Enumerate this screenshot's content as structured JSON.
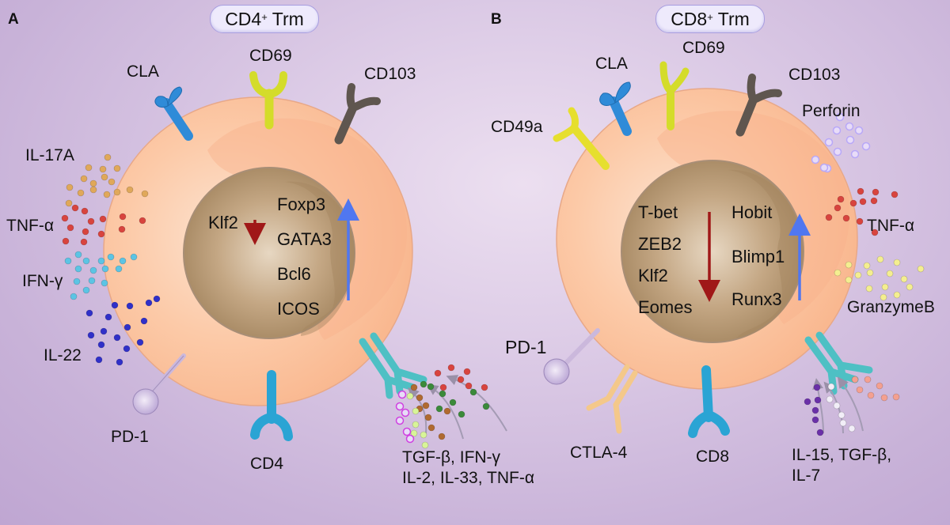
{
  "panels": [
    {
      "letter": "A",
      "title": {
        "base": "CD4",
        "sup": "+",
        "rest": " Trm"
      },
      "surface_markers": {
        "cla": "CLA",
        "cd69": "CD69",
        "cd103": "CD103",
        "pd1": "PD-1",
        "cd4": "CD4"
      },
      "secreted_cytokines": [
        "IL-17A",
        "TNF-α",
        "IFN-γ",
        "IL-22"
      ],
      "nucleus": {
        "downregulated": [
          "Klf2"
        ],
        "upregulated": [
          "Foxp3",
          "GATA3",
          "Bcl6",
          "ICOS"
        ]
      },
      "receptor_input": {
        "line1": "TGF-β, IFN-γ",
        "line2": "IL-2, IL-33, TNF-α"
      }
    },
    {
      "letter": "B",
      "title": {
        "base": "CD8",
        "sup": "+",
        "rest": " Trm"
      },
      "surface_markers": {
        "cd49a": "CD49a",
        "cla": "CLA",
        "cd69": "CD69",
        "cd103": "CD103",
        "pd1": "PD-1",
        "ctla4": "CTLA-4",
        "cd8": "CD8"
      },
      "secreted_cytokines": [
        "Perforin",
        "TNF-α",
        "GranzymeB"
      ],
      "nucleus": {
        "downregulated": [
          "T-bet",
          "ZEB2",
          "Klf2",
          "Eomes"
        ],
        "upregulated": [
          "Hobit",
          "Blimp1",
          "Runx3"
        ]
      },
      "receptor_input": {
        "line1": "IL-15, TGF-β,",
        "line2": "IL-7"
      }
    }
  ],
  "colors": {
    "background": "#c9b4d9",
    "cytoplasm": "#fcc4a0",
    "nucleus": "#b69a76",
    "down_arrow": "#a01818",
    "up_arrow": "#5077f0",
    "cla": "#2f8bd8",
    "cd69": "#d4dc2a",
    "cd103": "#5f564f",
    "cd49a": "#e6df2e",
    "cd4_cd8": "#2aa4d4",
    "tcr": "#4ec0c4",
    "ctla4": "#f4c88a",
    "pd1": "#c9b6e0",
    "il17a": "#e0a85a",
    "tnfa": "#d8443e",
    "ifng": "#5cc4e4",
    "il22": "#3030c8",
    "perforin": "#b8a8f8",
    "granzymeb": "#f4ee90"
  }
}
